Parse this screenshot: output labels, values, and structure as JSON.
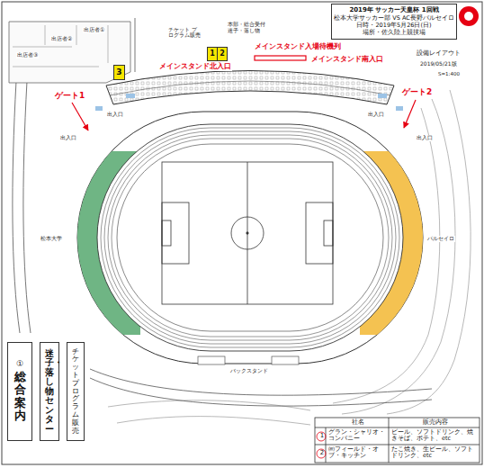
{
  "diagram": {
    "nodes": [
      {
        "text": [
          "2019年 サッカー天皇杯 1回戦",
          "松本大学サッカー部 VS AC長野パルセイロ",
          "日時・2019年5月26日(日)",
          "場所・佐久陸上競技場"
        ]
      },
      {
        "text": [
          "1"
        ]
      },
      {
        "text": [
          "2"
        ]
      },
      {
        "text": [
          "3"
        ]
      },
      {
        "text": [
          "①",
          "総合案内"
        ]
      },
      {
        "text": [
          "迷子・落し物センター"
        ]
      },
      {
        "text": [
          "チケット プログラム販売"
        ]
      }
    ],
    "labels": [
      "メインスタンド入場待機列",
      "メインスタンド南入口",
      "メインスタンド北入口",
      "ゲート1",
      "ゲート2",
      "本部・総合受付 迷子・落し物",
      "チケット プログラム販売",
      "出店者①",
      "出店者②",
      "出店者③",
      "出入口",
      "出入口",
      "出入口",
      "出入口",
      "設備レイアウト",
      "2019/05/21版",
      "S=1:400",
      "松本大学",
      "パルセイロ",
      "バックスタンド",
      "社名",
      "販売内容",
      "1",
      "グラン・シャリオ・コンパニー",
      "ビール、ソフトドリンク、焼きそば、ポテト、etc",
      "2",
      "㈱フィールド・オブ・キッチン",
      "たこ焼き、生ビール、ソフトドリンク、etc"
    ]
  }
}
